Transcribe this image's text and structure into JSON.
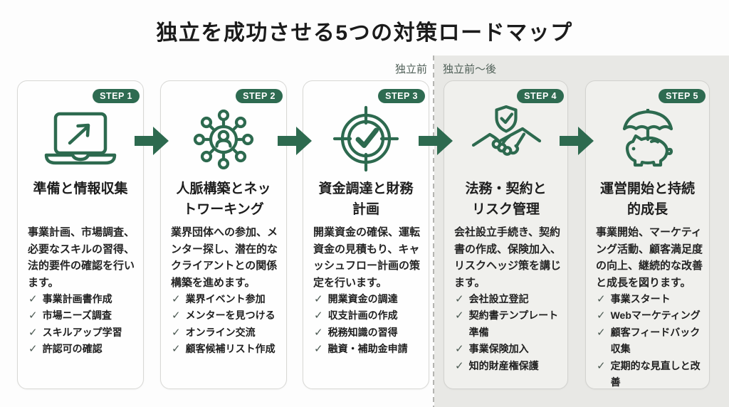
{
  "title": "独立を成功させる5つの対策ロードマップ",
  "phase_labels": {
    "before": "独立前",
    "before_after": "独立前～後"
  },
  "colors": {
    "accent_green": "#2d6a4f",
    "badge_green": "#2e6b51",
    "gray_zone_bg": "#e8e8e5",
    "card_bg_white": "#fefefe",
    "card_bg_gray": "#f0f0ed",
    "text_dark": "#1d1d1d",
    "check_mark": "#4c5a53",
    "phase_label": "#4f5f57"
  },
  "steps": [
    {
      "badge": "STEP 1",
      "icon": "laptop-trend-icon",
      "title": "準備と情報収集",
      "body": "事業計画、市場調査、\n必要なスキルの習得、\n法的要件の確認を行い\nます。",
      "checklist": [
        "事業計画書作成",
        "市場ニーズ調査",
        "スキルアップ学習",
        "許認可の確認"
      ]
    },
    {
      "badge": "STEP 2",
      "icon": "network-people-icon",
      "title": "人脈構築とネッ\nトワーキング",
      "body": "業界団体への参加、メ\nンター探し、潜在的な\nクライアントとの関係\n構築を進めます。",
      "checklist": [
        "業界イベント参加",
        "メンターを見つける",
        "オンライン交流",
        "顧客候補リスト作成"
      ]
    },
    {
      "badge": "STEP 3",
      "icon": "target-check-icon",
      "title": "資金調達と財務\n計画",
      "body": "開業資金の確保、運転\n資金の見積もり、キャ\nッシュフロー計画の策\n定を行います。",
      "checklist": [
        "開業資金の調達",
        "収支計画の作成",
        "税務知識の習得",
        "融資・補助金申請"
      ]
    },
    {
      "badge": "STEP 4",
      "icon": "handshake-shield-icon",
      "title": "法務・契約と\nリスク管理",
      "body": "会社設立手続き、契約\n書の作成、保険加入、\nリスクヘッジ策を講じ\nます。",
      "checklist": [
        "会社設立登記",
        "契約書テンプレート\n準備",
        "事業保険加入",
        "知的財産権保護"
      ]
    },
    {
      "badge": "STEP 5",
      "icon": "piggy-umbrella-icon",
      "title": "運営開始と持続\n的成長",
      "body": "事業開始、マーケティ\nング活動、顧客満足度\nの向上、継続的な改善\nと成長を図ります。",
      "checklist": [
        "事業スタート",
        "Webマーケティング",
        "顧客フィードバック\n収集",
        "定期的な見直しと改\n善"
      ]
    }
  ],
  "check_glyph": "✓"
}
